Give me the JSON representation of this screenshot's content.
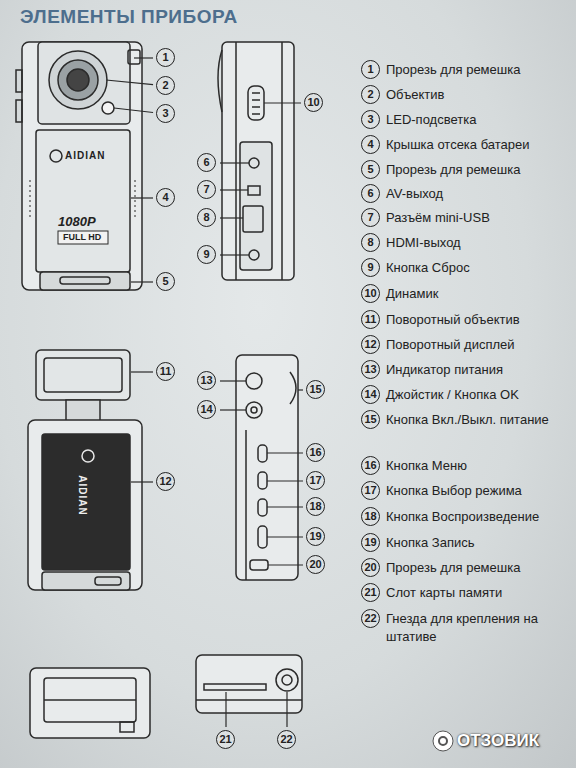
{
  "diagram": {
    "title": "ЭЛЕМЕНТЫ ПРИБОРА",
    "labels": [
      "1",
      "2",
      "3",
      "4",
      "5",
      "6",
      "7",
      "8",
      "9",
      "10",
      "11",
      "12",
      "13",
      "14",
      "15",
      "16",
      "17",
      "18",
      "19",
      "20",
      "21",
      "22",
      "1080P",
      "FULL HD",
      "AIDIAN",
      "AIDIAN",
      "1",
      "Прорезь для ремешка",
      "2",
      "Объектив",
      "3",
      "LED-подсветка",
      "4",
      "Крышка отсека батареи",
      "5",
      "Прорезь для ремешка",
      "6",
      "AV-выход",
      "7",
      "Разъём mini-USB",
      "8",
      "HDMI-выход",
      "9",
      "Кнопка Сброс",
      "10",
      "Динамик",
      "11",
      "Поворотный объектив",
      "12",
      "Поворотный дисплей",
      "13",
      "Индикатор питания",
      "14",
      "Джойстик / Кнопка OK",
      "15",
      "Кнопка Вкл./Выкл. питание",
      "16",
      "Кнопка Меню",
      "17",
      "Кнопка Выбор режима",
      "18",
      "Кнопка Воспроизведение",
      "19",
      "Кнопка Запись",
      "20",
      "Прорезь для ремешка",
      "21",
      "Слот карты памяти",
      "22",
      "Гнезда для крепления на штативе",
      "ОТЗОВИК"
    ]
  }
}
